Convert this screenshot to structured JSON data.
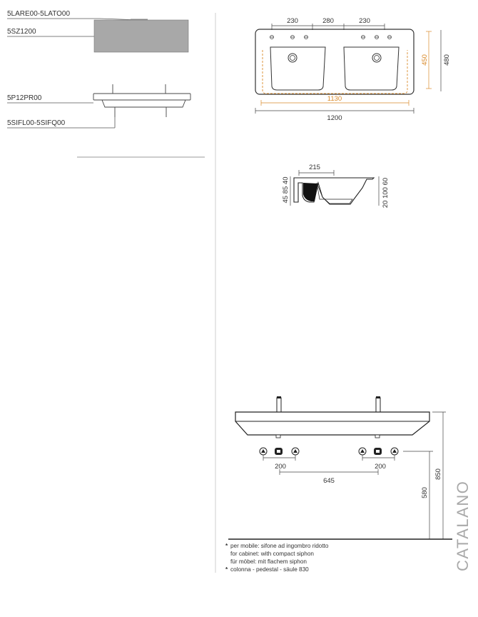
{
  "accessories": {
    "item1": "5LARE00-5LATO00",
    "item2": "5SZ1200",
    "item3": "5P12PR00",
    "item4": "5SIFL00-5SIFQ00"
  },
  "top_view": {
    "tap_spacing_left": "230",
    "tap_spacing_mid": "280",
    "tap_spacing_right": "230",
    "inner_width": "1130",
    "total_width": "1200",
    "inner_depth": "450",
    "total_depth": "480"
  },
  "section_view": {
    "depth_215": "215",
    "left_dims": "45 85 40",
    "right_dims": "20 100 60"
  },
  "front_view": {
    "outlet_spacing_left": "200",
    "outlet_spacing_right": "200",
    "center_distance": "645",
    "height_outlet": "580",
    "height_total": "850"
  },
  "notes": {
    "line1": "per mobile: sifone ad ingombro ridotto",
    "line2": "for cabinet: with compact siphon",
    "line3": "für möbel: mit flachem siphon",
    "line4": "colonna - pedestal - säule 830"
  },
  "brand": "CATALANO",
  "colors": {
    "line": "#333333",
    "orange": "#d98a2a",
    "panel": "#a8a8a8",
    "brand": "#a9a9a9"
  }
}
